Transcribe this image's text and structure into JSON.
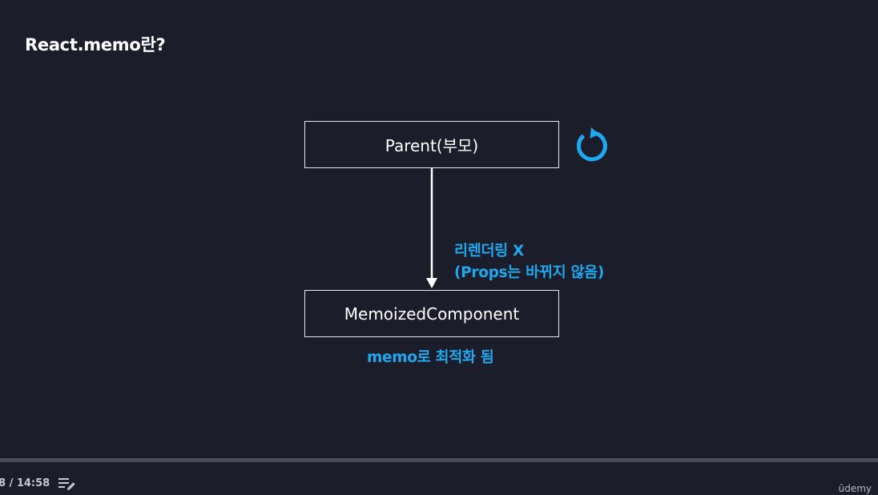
{
  "slide": {
    "title": "React.memo란?",
    "parent_box_label": "Parent(부모)",
    "memo_box_label": "MemoizedComponent",
    "note_line1": "리렌더링 X",
    "note_line2": "(Props는 바뀌지 않음)",
    "note_memo": "memo로 최적화 됨",
    "refresh_icon": "refresh-icon"
  },
  "player": {
    "time": "8 / 14:58",
    "progress": 0.0,
    "transcript_icon": "list-edit-icon",
    "brand": "ūdemy"
  },
  "colors": {
    "background": "#1c1d2b",
    "accent": "#1fa8ee",
    "text": "#ffffff",
    "border": "#e9e9ee"
  }
}
